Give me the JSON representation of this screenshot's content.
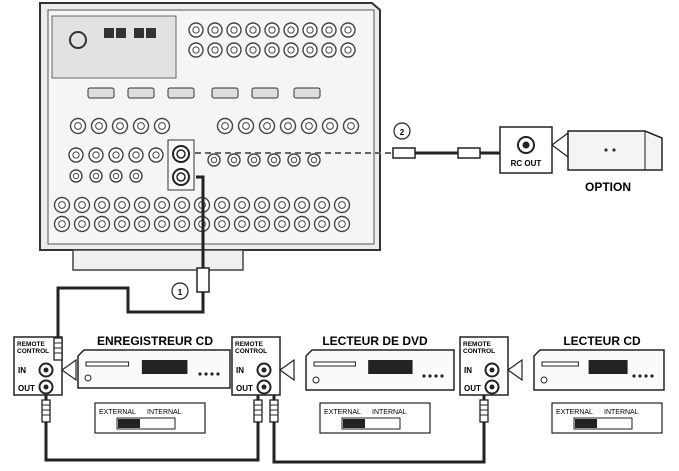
{
  "option_device": {
    "label": "OPTION",
    "port_label": "RC OUT"
  },
  "callouts": {
    "one": "1",
    "two": "2"
  },
  "devices": [
    {
      "label": "ENREGISTREUR CD",
      "panel_top": "REMOTE",
      "panel_bottom": "CONTROL",
      "port_in": "IN",
      "port_out": "OUT",
      "switch_external": "EXTERNAL",
      "switch_internal": "INTERNAL"
    },
    {
      "label": "LECTEUR DE DVD",
      "panel_top": "REMOTE",
      "panel_bottom": "CONTROL",
      "port_in": "IN",
      "port_out": "OUT",
      "switch_external": "EXTERNAL",
      "switch_internal": "INTERNAL"
    },
    {
      "label": "LECTEUR CD",
      "panel_top": "REMOTE",
      "panel_bottom": "CONTROL",
      "port_in": "IN",
      "port_out": "OUT",
      "switch_external": "EXTERNAL",
      "switch_internal": "INTERNAL"
    }
  ]
}
